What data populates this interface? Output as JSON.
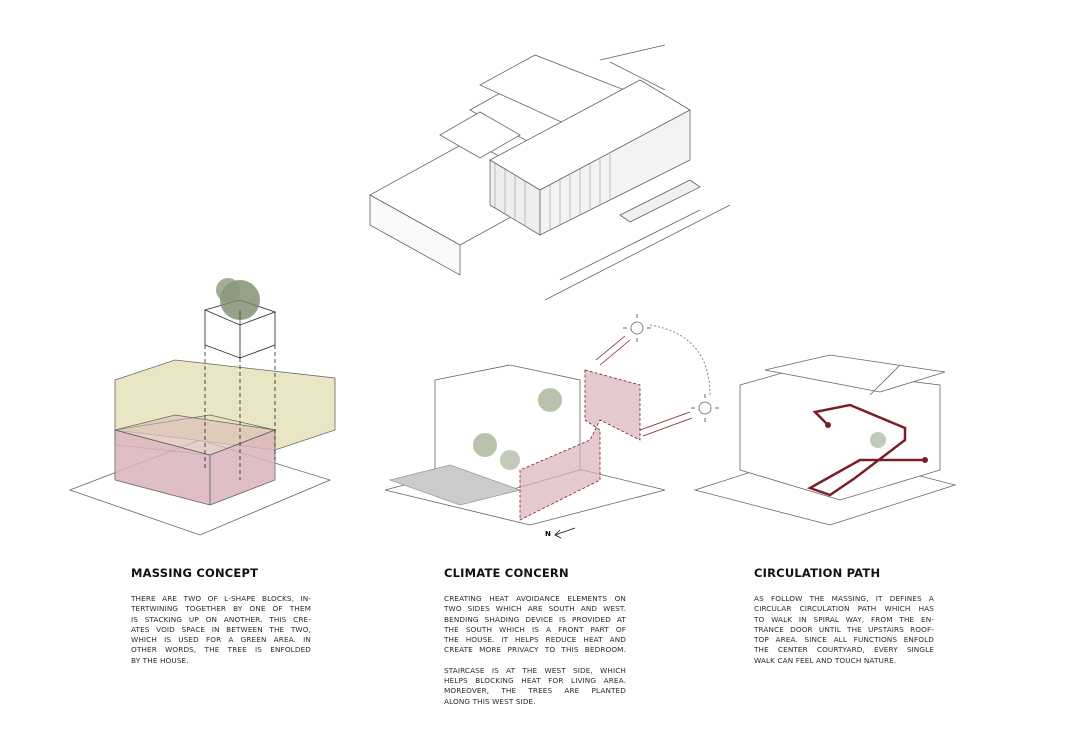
{
  "sections": [
    {
      "title": "MASSING CONCEPT",
      "paragraphs": [
        [
          "THERE ARE TWO OF L-SHAPE BLOCKS, IN-",
          "TERTWINING TOGETHER BY ONE OF THEM",
          "IS STACKING UP ON ANOTHER. THIS CRE-",
          "ATES VOID SPACE IN BETWEEN THE TWO,",
          "WHICH IS USED FOR A GREEN AREA. IN",
          "OTHER WORDS,  THE TREE IS  ENFOLDED",
          "BY THE HOUSE."
        ]
      ]
    },
    {
      "title": "CLIMATE CONCERN",
      "paragraphs": [
        [
          "CREATING HEAT AVOIDANCE ELEMENTS ON",
          "TWO SIDES WHICH ARE SOUTH AND WEST.",
          "BENDING SHADING DEVICE IS PROVIDED AT",
          "THE SOUTH WHICH IS A FRONT PART OF",
          "THE HOUSE. IT HELPS REDUCE HEAT AND",
          "CREATE MORE PRIVACY TO THIS BEDROOM."
        ],
        [
          "STAIRCASE IS AT THE WEST SIDE, WHICH",
          "HELPS BLOCKING HEAT FOR LIVING AREA.",
          "MOREOVER, THE TREES ARE PLANTED",
          "ALONG THIS WEST SIDE."
        ]
      ]
    },
    {
      "title": "CIRCULATION PATH",
      "paragraphs": [
        [
          "AS FOLLOW THE MASSING, IT DEFINES A",
          "CIRCULAR CIRCULATION PATH WHICH HAS",
          "TO WALK IN SPIRAL WAY, FROM THE EN-",
          "TRANCE DOOR UNTIL THE UPSTAIRS ROOF-",
          "TOP AREA. SINCE ALL FUNCTIONS ENFOLD",
          "THE CENTER COURTYARD, EVERY SINGLE",
          "WALK CAN FEEL AND TOUCH NATURE."
        ]
      ]
    }
  ],
  "north_label": "N",
  "colors": {
    "upper_block": "#e3e0b4",
    "lower_block": "#d9b4bb",
    "path": "#7a1f2a",
    "line": "#555555"
  }
}
